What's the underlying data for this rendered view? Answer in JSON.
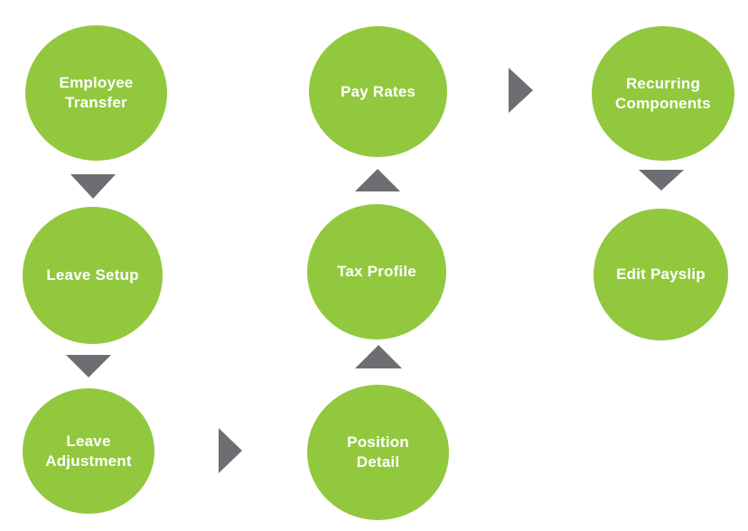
{
  "diagram": {
    "colors": {
      "node_fill": "#92c83e",
      "node_text": "#ffffff",
      "arrow": "#6d6e71",
      "background": "#ffffff"
    },
    "nodes": [
      {
        "id": "employee-transfer",
        "label": "Employee\nTransfer"
      },
      {
        "id": "leave-setup",
        "label": "Leave Setup"
      },
      {
        "id": "leave-adjustment",
        "label": "Leave\nAdjustment"
      },
      {
        "id": "position-detail",
        "label": "Position\nDetail"
      },
      {
        "id": "tax-profile",
        "label": "Tax Profile"
      },
      {
        "id": "pay-rates",
        "label": "Pay Rates"
      },
      {
        "id": "recurring-components",
        "label": "Recurring\nComponents"
      },
      {
        "id": "edit-payslip",
        "label": "Edit Payslip"
      }
    ],
    "arrows": [
      {
        "from": "employee-transfer",
        "to": "leave-setup",
        "direction": "down"
      },
      {
        "from": "leave-setup",
        "to": "leave-adjustment",
        "direction": "down"
      },
      {
        "from": "leave-adjustment",
        "to": "position-detail",
        "direction": "right"
      },
      {
        "from": "position-detail",
        "to": "tax-profile",
        "direction": "up"
      },
      {
        "from": "tax-profile",
        "to": "pay-rates",
        "direction": "up"
      },
      {
        "from": "pay-rates",
        "to": "recurring-components",
        "direction": "right"
      },
      {
        "from": "recurring-components",
        "to": "edit-payslip",
        "direction": "down"
      }
    ]
  }
}
